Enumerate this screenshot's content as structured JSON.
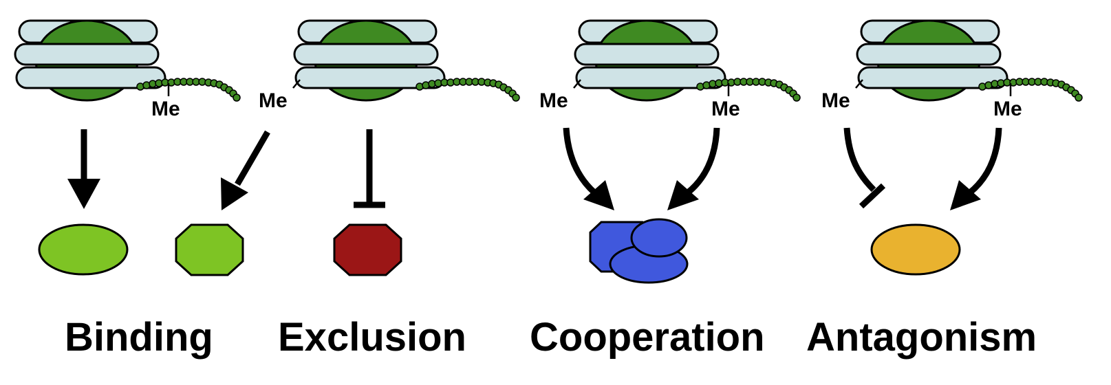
{
  "modification_label": "Me",
  "captions": {
    "binding": "Binding",
    "exclusion": "Exclusion",
    "cooperation": "Cooperation",
    "antagonism": "Antagonism"
  },
  "colors": {
    "histone": "#3f8a22",
    "dna": "#cfe3e6",
    "reader_green": "#7ec424",
    "reader_red": "#9b1616",
    "reader_blue": "#4058dd",
    "reader_orange": "#e9b22f"
  }
}
